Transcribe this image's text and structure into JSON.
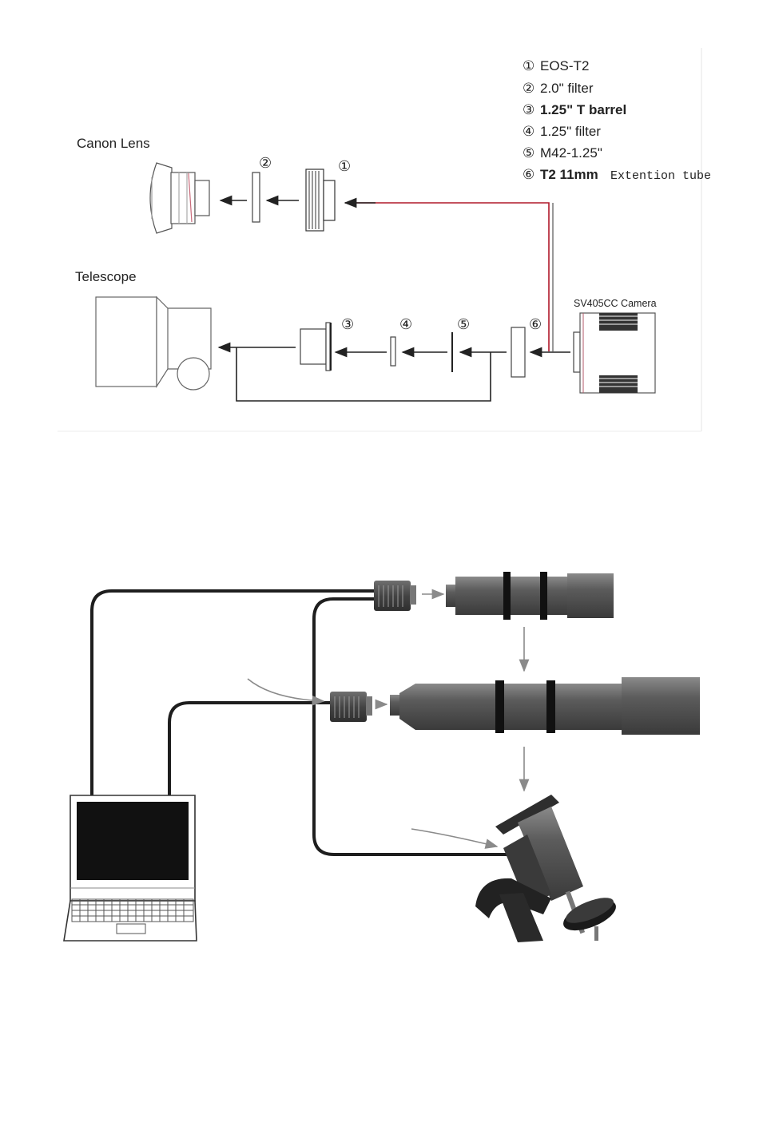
{
  "diagram1": {
    "legend": [
      {
        "num": "①",
        "text": "EOS-T2"
      },
      {
        "num": "②",
        "text": "2.0\" filter"
      },
      {
        "num": "③",
        "text": "1.25\" T barrel"
      },
      {
        "num": "④",
        "text": "1.25\" filter"
      },
      {
        "num": "⑤",
        "text": "M42-1.25\""
      },
      {
        "num": "⑥",
        "text": "T2 11mm",
        "text2": "Extention tube"
      }
    ],
    "labels": {
      "canon_lens": "Canon Lens",
      "telescope": "Telescope",
      "camera": "SV405CC Camera"
    },
    "markers": {
      "m1": "①",
      "m2": "②",
      "m3": "③",
      "m4": "④",
      "m5": "⑤",
      "m6": "⑥"
    },
    "colors": {
      "connector_line": "#b0182a",
      "arrow": "#222222"
    }
  }
}
